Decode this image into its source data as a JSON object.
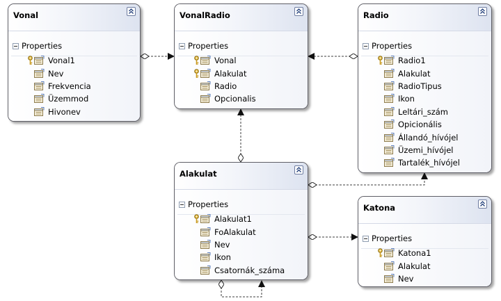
{
  "section_label": "Properties",
  "entities": {
    "vonal": {
      "name": "Vonal",
      "properties": [
        {
          "name": "Vonal1",
          "key": true
        },
        {
          "name": "Nev",
          "key": false
        },
        {
          "name": "Frekvencia",
          "key": false
        },
        {
          "name": "Üzemmod",
          "key": false
        },
        {
          "name": "Hivonev",
          "key": false
        }
      ]
    },
    "vonalradio": {
      "name": "VonalRadio",
      "properties": [
        {
          "name": "Vonal",
          "key": true
        },
        {
          "name": "Alakulat",
          "key": true
        },
        {
          "name": "Radio",
          "key": false
        },
        {
          "name": "Opcionalis",
          "key": false
        }
      ]
    },
    "radio": {
      "name": "Radio",
      "properties": [
        {
          "name": "Radio1",
          "key": true
        },
        {
          "name": "Alakulat",
          "key": false
        },
        {
          "name": "RadioTipus",
          "key": false
        },
        {
          "name": "Ikon",
          "key": false
        },
        {
          "name": "Leltári_szám",
          "key": false
        },
        {
          "name": "Opicionális",
          "key": false
        },
        {
          "name": "Állandó_hívójel",
          "key": false
        },
        {
          "name": "Üzemi_hívójel",
          "key": false
        },
        {
          "name": "Tartalék_hívójel",
          "key": false
        }
      ]
    },
    "alakulat": {
      "name": "Alakulat",
      "properties": [
        {
          "name": "Alakulat1",
          "key": true
        },
        {
          "name": "FoAlakulat",
          "key": false
        },
        {
          "name": "Nev",
          "key": false
        },
        {
          "name": "Ikon",
          "key": false
        },
        {
          "name": "Csatornák_száma",
          "key": false
        }
      ]
    },
    "katona": {
      "name": "Katona",
      "properties": [
        {
          "name": "Katona1",
          "key": true
        },
        {
          "name": "Alakulat",
          "key": false
        },
        {
          "name": "Nev",
          "key": false
        }
      ]
    }
  },
  "icons": {
    "collapse": "double-chevron-up-icon",
    "property": "property-icon",
    "key": "key-icon",
    "expander": "minus-expander-icon"
  },
  "colors": {
    "border": "#5e5e66",
    "header_gradient_end": "#dde3f0",
    "connector": "#3c3c3c"
  }
}
